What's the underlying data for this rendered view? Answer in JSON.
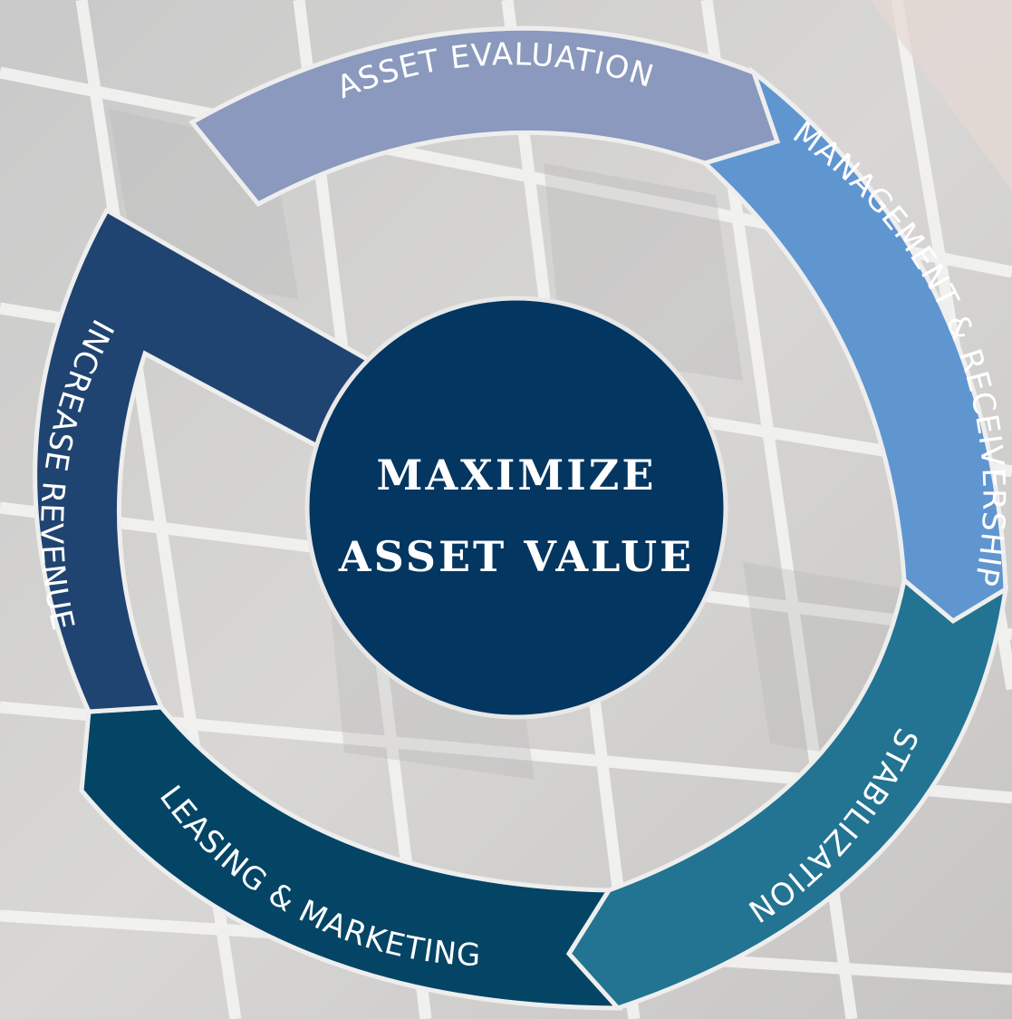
{
  "center": {
    "line1": "MAXIMIZE",
    "line2": "ASSET VALUE",
    "color": "#033660"
  },
  "segments": [
    {
      "id": "asset-evaluation",
      "label": "ASSET EVALUATION",
      "color": "#8a99bd"
    },
    {
      "id": "management-receivership",
      "label": "MANAGEMENT & RECEIVERSHIP",
      "color": "#5f96d0"
    },
    {
      "id": "stabilization",
      "label": "STABILIZATION",
      "color": "#237392"
    },
    {
      "id": "leasing-marketing",
      "label": "LEASING & MARKETING",
      "color": "#044566"
    },
    {
      "id": "increase-revenue",
      "label": "INCREASE REVENUE",
      "color": "#204471"
    }
  ]
}
